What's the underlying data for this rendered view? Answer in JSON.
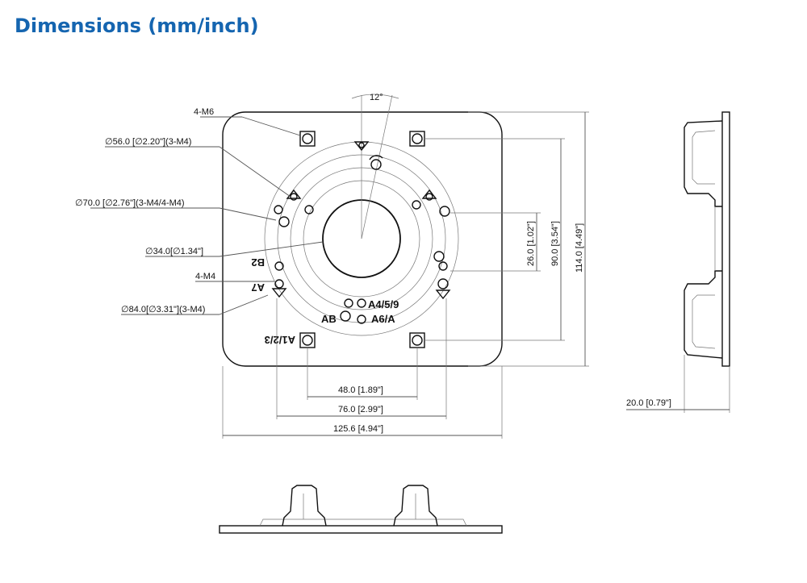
{
  "title": "Dimensions (mm/inch)",
  "labels": {
    "angle": "12°",
    "m6": "4-M6",
    "d56": "∅56.0 [∅2.20\"](3-M4)",
    "d70": "∅70.0 [∅2.76\"](3-M4/4-M4)",
    "d34": "∅34.0[∅1.34\"]",
    "m4": "4-M4",
    "d84": "∅84.0[∅3.31\"](3-M4)",
    "b2": "B2",
    "a7": "A7",
    "a123": "A1/2/3",
    "a459": "A4/5/9",
    "ab": "AB",
    "a6a": "A6/A",
    "h26": "26.0 [1.02\"]",
    "h90": "90.0 [3.54\"]",
    "h114": "114.0 [4.49\"]",
    "w48": "48.0 [1.89\"]",
    "w76": "76.0 [2.99\"]",
    "w1256": "125.6 [4.94\"]",
    "t20": "20.0 [0.79\"]"
  }
}
